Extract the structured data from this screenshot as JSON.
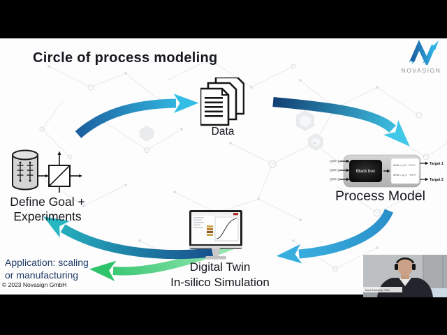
{
  "slide": {
    "title": "Circle of process modeling",
    "copyright": "© 2023 Novasign GmbH",
    "application": {
      "line1": "Application: scaling",
      "line2": "or manufacturing"
    }
  },
  "logo": {
    "brand": "NOVASIGN"
  },
  "diagram": {
    "data_node": {
      "label": "Data"
    },
    "process_model": {
      "label": "Process Model",
      "black_box": "Black box",
      "inputs": [
        "CPP 1",
        "CPP 2",
        "CPP 3"
      ],
      "outputs": [
        "Target 1",
        "Target 2"
      ],
      "equations": [
        "dX/dt = µ·X − F/V·X",
        "dP/dt = qₚ·X − F/V·P"
      ]
    },
    "digital_twin": {
      "line1": "Digital Twin",
      "line2": "In-silico Simulation"
    },
    "define_goal": {
      "line1": "Define Goal +",
      "line2": "Experiments"
    }
  },
  "webcam": {
    "name": "Mark Duerkop, PhD"
  },
  "colors": {
    "arrow_dark_blue": "#123f73",
    "arrow_light_cyan": "#41c8e8",
    "arrow_teal_head": "#27b7c2",
    "green_arrow": "#2fc46c",
    "application_text": "#203a66",
    "title_text": "#17171f",
    "logo_gray": "#8a8f94"
  }
}
